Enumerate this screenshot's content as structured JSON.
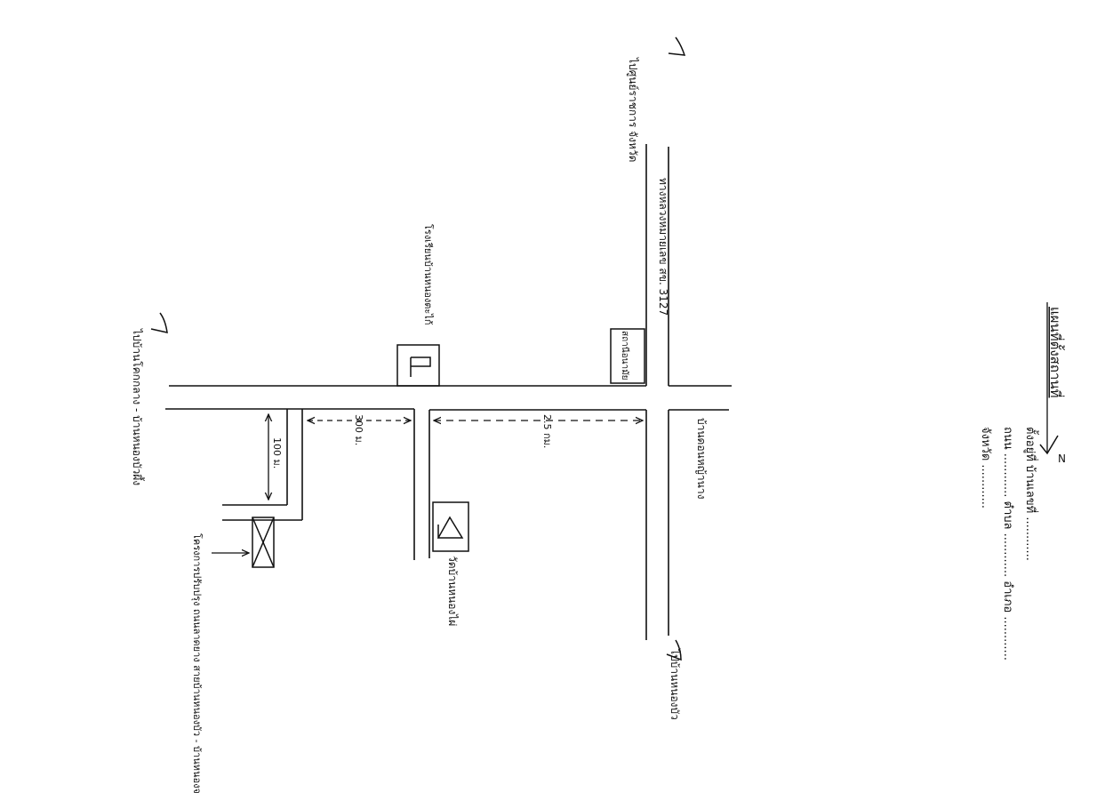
{
  "document": {
    "title": "แผนที่ตั้งสถานที่",
    "lines": [
      "ตั้งอยู่ที่ บ้านเลขที่ ............",
      "ถนน ............ ตำบล ............ อำเภอ ............",
      "จังหวัด ............"
    ]
  },
  "map": {
    "top_destination": "ไปศูนย์ราชการ จังหวัด",
    "left_destination": "ไปบ้านโคกกลาง - บ้านหนองบัวผึ้ง",
    "bottom_destination": "ไปบ้านหนองบัว",
    "main_road_label": "ทางหลวงหมายเลข สข. 3127",
    "school_label": "โรงเรียนบ้านหนองตะไก้",
    "hospital_label": "สถานีอนามัย",
    "right_place_label": "บ้านดอนหญ้านาง",
    "temple_label": "วัดบ้านหนองไผ่",
    "site_label": "โครงการปรับปรุง ถนนลาดยาง สายบ้านหนองบัว - บ้านหนองจระเข้",
    "distance_left": "100 ม.",
    "distance_middle": "300 ม.",
    "distance_right": "2.5 กม.",
    "compass": "N"
  }
}
